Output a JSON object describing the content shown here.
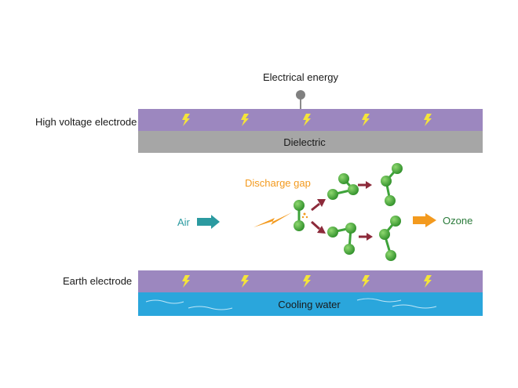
{
  "labels": {
    "energy": "Electrical energy",
    "high_voltage": "High voltage electrode",
    "dielectric": "Dielectric",
    "discharge_gap": "Discharge gap",
    "air": "Air",
    "ozone": "Ozone",
    "earth": "Earth electrode",
    "cooling": "Cooling water"
  },
  "colors": {
    "electrode": "#9c87bf",
    "dielectric": "#a6a6a6",
    "cooling_water": "#2aa6dc",
    "bolt": "#f4e43a",
    "discharge": "#f39a1e",
    "air_arrow": "#2b9aa0",
    "ozone_arrow": "#f39a1e",
    "ozone_text": "#2a7a3a",
    "molecule": "#3ea33a",
    "reaction_arrow": "#8c2a3a",
    "label_text": "#1a1a1a"
  },
  "icons": {
    "bolt": "lightning-bolt-icon",
    "terminal": "electrical-terminal-icon",
    "molecule": "molecule-icon"
  }
}
